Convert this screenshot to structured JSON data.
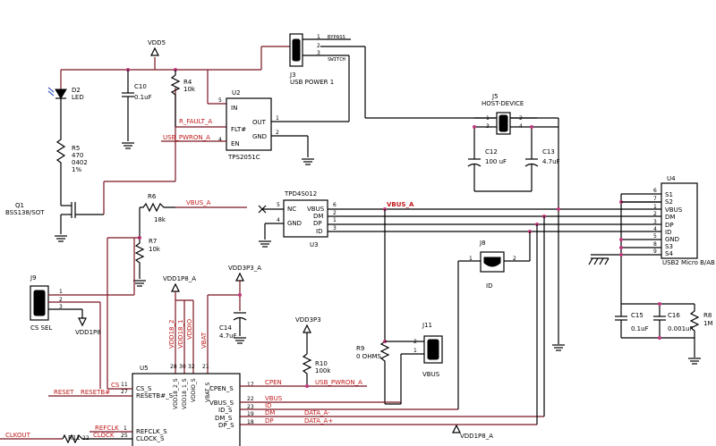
{
  "power": {
    "vdd5": "VDD5",
    "vdd3p3_a": "VDD3P3_A",
    "vdd1p8_a_top": "VDD1P8_A",
    "vdd3p3": "VDD3P3",
    "vdd1p8_j9": "VDD1P8",
    "vdd1p8_a_bottom": "VDD1P8_A"
  },
  "parts": {
    "d2_ref": "D2",
    "d2_val": "LED",
    "c10_ref": "C10",
    "c10_val": "0.1uF",
    "r4_ref": "R4",
    "r4_val": "10k",
    "r5_ref": "R5",
    "r5_val1": "470",
    "r5_val2": "0402",
    "r5_val3": "1%",
    "q1_ref": "Q1",
    "q1_val": "BSS138/SOT",
    "r6_ref": "R6",
    "r6_val": "18k",
    "r7_ref": "R7",
    "r7_val": "10k",
    "u2_ref": "U2",
    "u2_val": "TPS2051C",
    "j3_ref": "J3",
    "j3_val": "USB POWER 1",
    "j5_ref": "J5",
    "j5_val": "HOST-DEVICE",
    "c12_ref": "C12",
    "c12_val": "100 uF",
    "c13_ref": "C13",
    "c13_val": "4.7uF",
    "u4_ref": "U4",
    "u4_val": "USB2 Micro B/AB",
    "tpd_name": "TPD4S012",
    "u3_ref": "U3",
    "j8_ref": "J8",
    "j8_val": "ID",
    "j9_ref": "J9",
    "j9_val": "CS SEL",
    "c14_ref": "C14",
    "c14_val": "4.7uF",
    "r9_ref": "R9",
    "r9_val": "0 OHMS",
    "j11_ref": "J11",
    "j11_val": "VBUS",
    "r10_ref": "R10",
    "r10_val": "100k",
    "c15_ref": "C15",
    "c15_val": "0.1uF",
    "c16_ref": "C16",
    "c16_val": "0.001uF",
    "r8_ref": "R8",
    "r8_val": "1M",
    "u5_ref": "U5",
    "r11_ref": "R11"
  },
  "pins": {
    "u2": {
      "in": "IN",
      "flt": "FLT#",
      "en": "EN",
      "out": "OUT",
      "gnd": "GND",
      "n5": "5",
      "n4": "4",
      "n1": "1",
      "n2": "2"
    },
    "j3": {
      "n1": "1",
      "n2": "2",
      "n3": "3",
      "bypass": "BYPASS",
      "switch": "SWITCH"
    },
    "j5": {
      "n1": "1",
      "n2": "2",
      "n3": "3",
      "n4": "4"
    },
    "u4": {
      "s1": "S1",
      "s2": "S2",
      "vbus": "VBUS",
      "dm": "DM",
      "dp": "DP",
      "id": "ID",
      "gnd": "GND",
      "s3": "S3",
      "s4": "S4",
      "n6": "6",
      "n7": "7",
      "n1": "1",
      "n2": "2",
      "n3": "3",
      "n4": "4",
      "n5": "5",
      "n8": "8",
      "n9": "9"
    },
    "u3": {
      "nc": "NC",
      "gnd": "GND",
      "vbus": "VBUS",
      "dm": "DM",
      "dp": "DP",
      "id": "ID",
      "n5": "5",
      "n4": "4",
      "n6": "6",
      "n2": "2",
      "n1": "1",
      "n3": "3"
    },
    "j8": {
      "n1": "1",
      "n2": "2"
    },
    "j9": {
      "n1": "1",
      "n2": "2",
      "n3": "3"
    },
    "j11": {
      "n2": "2",
      "n1": "1"
    },
    "u5": {
      "top_nums": [
        "28",
        "30",
        "32",
        "21"
      ],
      "vdd18_2": "VDD18_2",
      "vdd18_1": "VDD18_1",
      "vddio": "VDDIO",
      "vbat": "VBAT",
      "vdd18_2_s": "VDD18_2_S",
      "vdd18_1_s": "VDD18_1_S",
      "vddio_s": "VDDIO_S",
      "vbat_s": "VBAT_S",
      "cs_s": "CS_S",
      "resetb_s": "RESETB#_S",
      "refclk_s": "REFCLK_S",
      "clock_s": "CLOCK_S",
      "cpen_s": "CPEN_S",
      "vbus_s": "VBUS_S",
      "id_s": "ID_S",
      "dm_s": "DM_S",
      "dp_s": "DP_S",
      "n11": "11",
      "n27": "27",
      "n1": "1",
      "n25": "25",
      "n17": "17",
      "n22": "22",
      "n23": "23",
      "n19": "19",
      "n18": "18"
    },
    "r11_pin": "22"
  },
  "nets": {
    "r_fault_a": "R_FAULT_A",
    "usb_pwron_a": "USB_PWRON_A",
    "vbus_a_r6": "VBUS_A",
    "vbus_a_bus": "VBUS_A",
    "reset": "RESET",
    "resetb": "RESETB#",
    "cs": "CS",
    "refclk": "REFCLK",
    "clock": "CLOCK",
    "clkout": "CLKOUT",
    "cpen": "CPEN",
    "vbus": "VBUS",
    "id": "ID",
    "dm": "DM",
    "dp": "DP",
    "data_a_minus": "DATA_A-",
    "data_a_plus": "DATA_A+",
    "usb_pwron_a_u5": "USB_PWRON_A"
  }
}
